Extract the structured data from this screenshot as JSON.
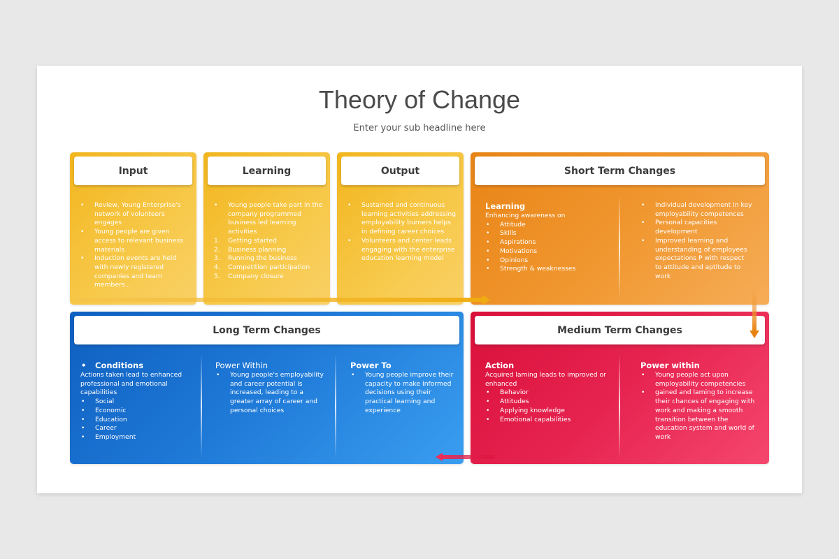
{
  "title": "Theory of Change",
  "subtitle": "Enter your sub headline here",
  "colors": {
    "yellow": "#F2B51D",
    "orange": "#E88416",
    "blue": "#1F7AD8",
    "red": "#E6234F",
    "header_text": "#3B3B3B",
    "title_text": "#4A4A4A"
  },
  "cards": {
    "input": {
      "label": "Input",
      "bullets": [
        "Review, Young Enterprise's network of volunteers engages",
        "Young people are given access to relevant business materials",
        "Induction events are held with newly registered companies and team members ,"
      ]
    },
    "learning": {
      "label": "Learning",
      "bullets": [
        "Young people take part in the company programmed business led learning activities"
      ],
      "numbered": [
        {
          "n": "1.",
          "text": "Getting started"
        },
        {
          "n": "2.",
          "text": "Business planning"
        },
        {
          "n": "3.",
          "text": "Running the business"
        },
        {
          "n": "4.",
          "text": "Competition participation"
        },
        {
          "n": "5.",
          "text": "Company closure"
        }
      ]
    },
    "output": {
      "label": "Output",
      "bullets": [
        "Sustained and continuous learning activities addressing employability burners helps in defining career choices",
        "Volunteers and center leads engaging with the enterprise education learning model"
      ]
    },
    "short_term": {
      "label": "Short Term Changes",
      "left": {
        "heading": "Learning",
        "intro": "Enhancing awareness on",
        "bullets": [
          "Attitude",
          "Skills",
          "Aspirations",
          "Motivations",
          "Opinions",
          "Strength & weaknesses"
        ]
      },
      "right": {
        "bullets": [
          "Individual development in key employability competences",
          "Personal capacities development",
          "Improved learning and understanding of employees expectations P with respect to attitude and aptitude to work"
        ]
      }
    },
    "long_term": {
      "label": "Long Term Changes",
      "col1": {
        "heading": "Conditions",
        "intro": "Actions taken lead to enhanced professional and emotional capabilities",
        "bullets": [
          "Social",
          "Economic",
          "Education",
          "Career",
          "Employment"
        ]
      },
      "col2": {
        "heading": "Power Within",
        "bullets": [
          "Young people's employability and career potential is increased, leading to a greater array of career and personal choices"
        ]
      },
      "col3": {
        "heading": "Power To",
        "bullets": [
          "Young people improve their capacity to make Informed decisions using their practical learning and experience"
        ]
      }
    },
    "medium_term": {
      "label": "Medium Term Changes",
      "left": {
        "heading": "Action",
        "intro": "Acquired laming leads to improved or enhanced",
        "bullets": [
          "Behavior",
          "Attitudes",
          "Applying knowledge",
          "Emotional capabilities"
        ]
      },
      "right": {
        "heading": "Power within",
        "bullets": [
          "Young people act upon employability competencies",
          "gained and laming to increase their chances of engaging with work and making a smooth transition between the education system and world of work"
        ]
      }
    }
  },
  "bullet_glyph": "•"
}
